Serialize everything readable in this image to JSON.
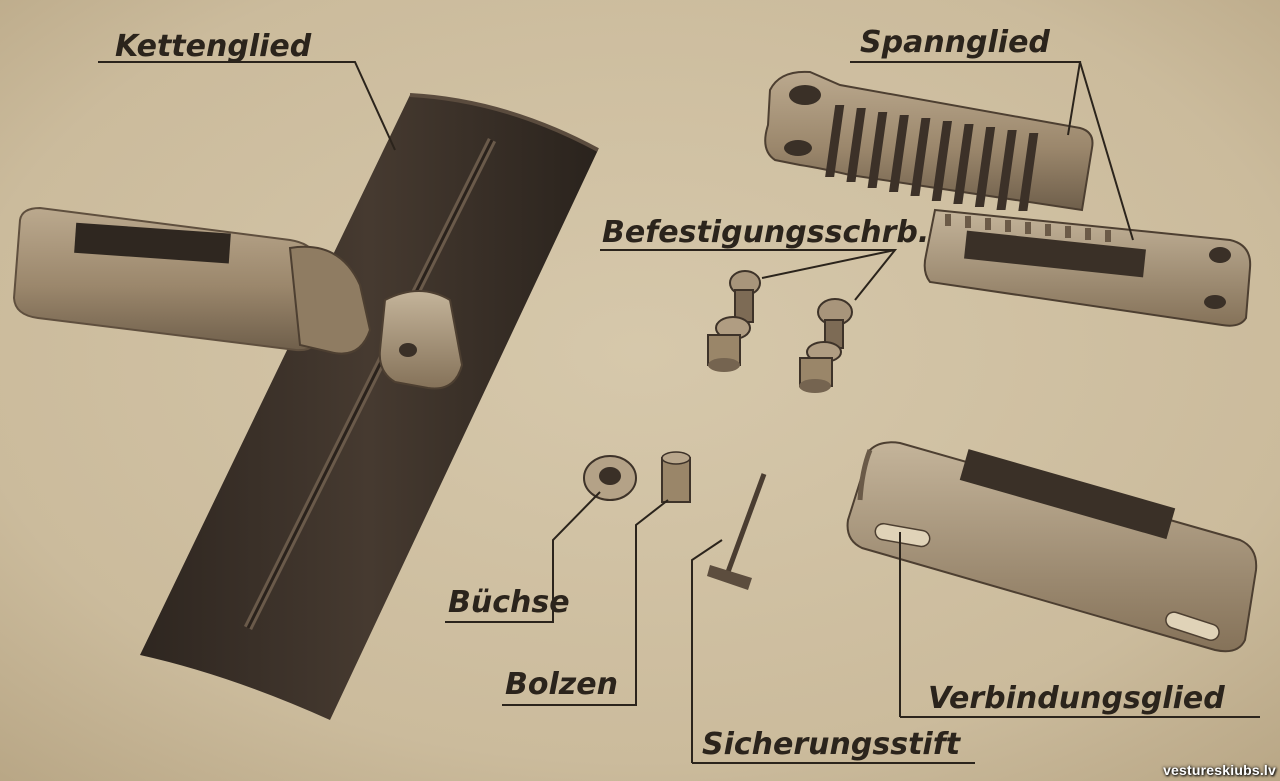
{
  "labels": {
    "kettenglied": "Kettenglied",
    "spannglied": "Spannglied",
    "befestigungsschrb": "Befestigungsschrb.",
    "buechse": "Büchse",
    "bolzen": "Bolzen",
    "sicherungsstift": "Sicherungsstift",
    "verbindungsglied": "Verbindungsglied"
  },
  "watermark": "vestureskiubs.lv",
  "colors": {
    "paper": "#cdbd9f",
    "ink": "#2b241c",
    "dark_metal": "#3b3128",
    "light_metal": "#a8957b"
  }
}
